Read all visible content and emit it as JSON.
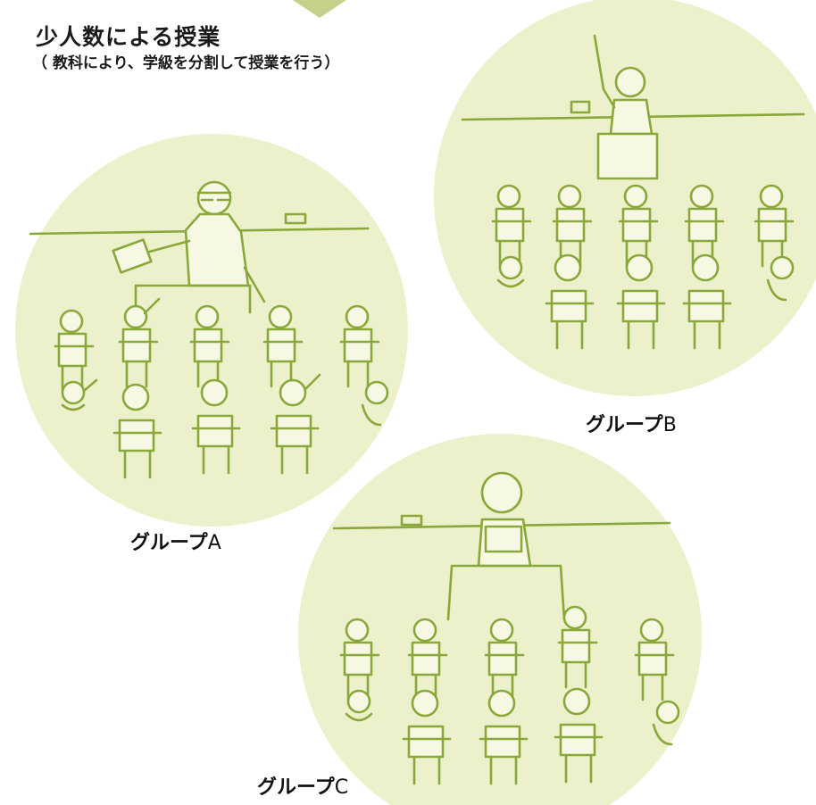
{
  "header": {
    "title": "少人数による授業",
    "subtitle": "（ 教科により、学級を分割して授業を行う）"
  },
  "groups": [
    {
      "prefix": "グループ",
      "suffix": "A"
    },
    {
      "prefix": "グループ",
      "suffix": "B"
    },
    {
      "prefix": "グループ",
      "suffix": "C"
    }
  ],
  "colors": {
    "circle_fill": "#ecf1cc",
    "line": "#8aa83a",
    "arrow": "#c4d18a"
  }
}
